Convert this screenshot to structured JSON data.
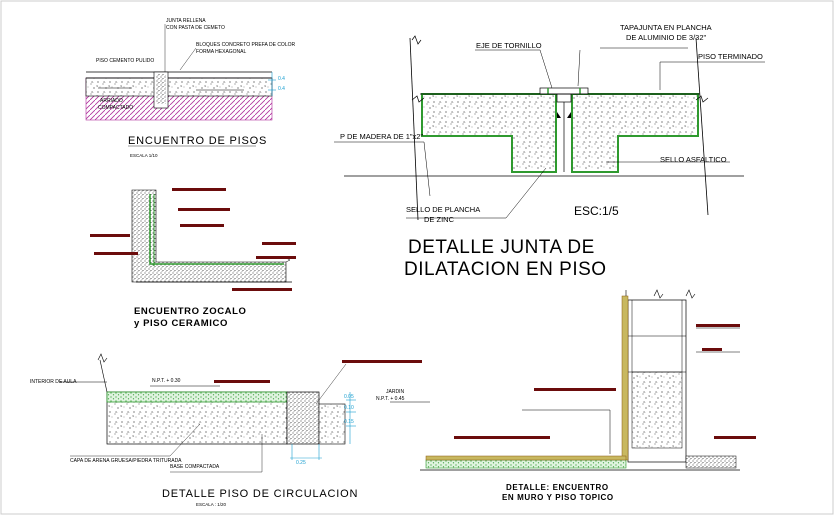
{
  "colors": {
    "concrete_green": "#2f9a2f",
    "hatch_magenta": "#b0309c",
    "tile_yellow": "#c8b860",
    "label_red": "#6b0c0c",
    "dim_cyan": "#1a9fd0",
    "plate_brown": "#8a5a10"
  },
  "main_detail": {
    "title_line1": "DETALLE JUNTA DE",
    "title_line2": "DILATACION EN PISO",
    "scale": "ESC:1/5",
    "labels": {
      "tapajunta": "TAPAJUNTA EN PLANCHA",
      "tapajunta2": "DE ALUMINIO DE 3/32\"",
      "eje_tornillo": "EJE DE TORNILLO",
      "piso_terminado": "PISO TERMINADO",
      "madera": "P DE MADERA DE 1\"x2\"",
      "sello_asfaltico": "SELLO ASFALTICO",
      "sello_plancha": "SELLO DE PLANCHA",
      "sello_plancha2": "DE ZINC"
    }
  },
  "encuentro_pisos": {
    "title": "ENCUENTRO DE PISOS",
    "scale": "ESCALA 1/10",
    "labels": {
      "junta_rellena": "JUNTA RELLENA",
      "con_pasta": "CON PASTA DE CEMETO",
      "piso_cemento": "PISO CEMENTO PULIDO",
      "bloques": "BLOQUES CONCRETO PREFA DE COLOR",
      "forma": "FORMA HEXAGONAL",
      "arriado": "ARRIADO",
      "compactado": "COMPACTADO",
      "dim1": "0.4",
      "dim2": "0.4"
    }
  },
  "zocalo": {
    "title_line1": "ENCUENTRO ZOCALO",
    "title_line2": "y PISO CERAMICO"
  },
  "circulacion": {
    "title": "DETALLE PISO DE CIRCULACION",
    "scale": "ESCALA : 1/20",
    "labels": {
      "interior": "INTERIOR DE AULA",
      "npt1": "N.P.T. + 0.30",
      "npt2": "N.P.T. + 0.45",
      "jardin": "JARDIN",
      "capa": "CAPA DE ARENA GRUESA/PIEDRA TRITURADA",
      "base": "BASE COMPACTADA",
      "d1": "0.05",
      "d2": "0.10",
      "d3": "0.15",
      "d4": "0.25"
    }
  },
  "muro": {
    "title_line1": "DETALLE: ENCUENTRO",
    "title_line2": "EN MURO Y PISO TOPICO"
  }
}
